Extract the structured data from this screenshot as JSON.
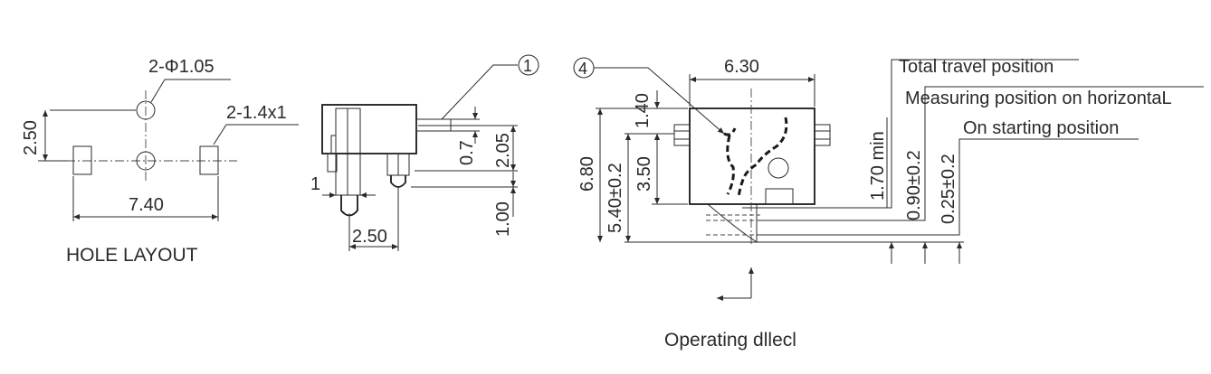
{
  "hole_layout": {
    "title": "HOLE LAYOUT",
    "hole_diameter_label": "2-Φ1.05",
    "slot_label": "2-1.4x1",
    "dim_height": "2.50",
    "dim_width": "7.40"
  },
  "side_view": {
    "dim_0_7": "0.7",
    "dim_2_05": "2.05",
    "dim_1": "1",
    "dim_1_00": "1.00",
    "dim_2_50": "2.50",
    "callout_1": "1"
  },
  "front_view": {
    "callout_4": "4",
    "dim_6_30": "6.30",
    "dim_1_40": "1.40",
    "dim_6_80": "6.80",
    "dim_5_40": "5.40±0.2",
    "dim_3_50": "3.50",
    "dim_1_70": "1.70 min",
    "dim_0_90": "0.90±0.2",
    "dim_0_25": "0.25±0.2",
    "label_total_travel": "Total travel position",
    "label_measuring": "Measuring position on horizontaL",
    "label_starting": "On starting position",
    "operating_label": "Operating dllecl"
  }
}
